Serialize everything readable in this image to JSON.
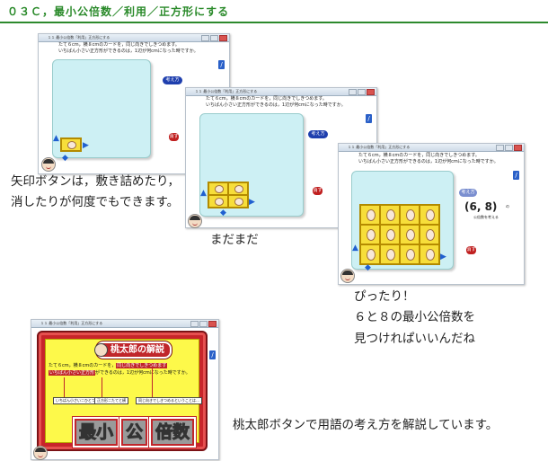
{
  "header": {
    "title": "０３Ｃ，最小公倍数／利用／正方形にする"
  },
  "app": {
    "window_title": "１１ 最小公倍数「利用」正方形にする",
    "question_line1": "たて６cm，横８cmのカードを，同じ向きでしきつめます。",
    "question_line2": "いちばん小さい正方形ができるのは，1辺が何cmになった時ですか。",
    "kangaeru_label": "考え方",
    "kesu_label": "消す"
  },
  "screens": {
    "third": {
      "pair_label": "(6, 8)",
      "pair_suffix": "の",
      "pair_caption": "公倍数を考える"
    }
  },
  "explanation": {
    "banner": "桃太郎の解説",
    "line1_a": "たて６cm，横８cmのカードを，",
    "line1_hl": "同じ向きでしきつめます",
    "line2_hl": "いちばん小さい正方形",
    "line2_b": "ができるのは，1辺が何cmになった時ですか。",
    "note1": "いちばん小さい＝ひとつだけ",
    "note2": "正方形＝たてと横",
    "note3": "同じ向きでしきつめるということは…",
    "big1": "最小",
    "big2": "公",
    "big3": "倍数"
  },
  "captions": {
    "c1_line1": "矢印ボタンは，敷き詰めたり，",
    "c1_line2": "消したりが何度でもできます。",
    "c2": "まだまだ",
    "c3_line1": "ぴったり！",
    "c3_line2": "６と８の最小公倍数を",
    "c3_line3": "見つけれぱいいんだね",
    "c4": "桃太郎ボタンで用語の考え方を解説しています。"
  },
  "colors": {
    "header_green": "#2a8a2a",
    "board": "#cdf0f4",
    "tile_yellow": "#f7de3a",
    "frame_red": "#c8242a"
  }
}
